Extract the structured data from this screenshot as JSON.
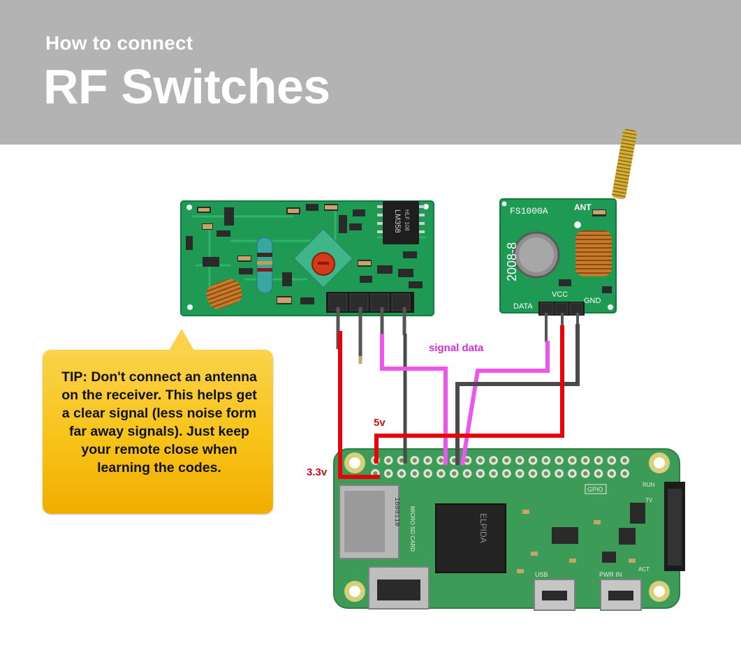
{
  "header": {
    "subtitle": "How to connect",
    "title": "RF Switches"
  },
  "tip": {
    "text": "TIP: Don't connect an antenna on the receiver. This helps get a clear signal (less noise form far away signals). Just keep your remote close when learning the codes."
  },
  "wire_labels": {
    "signal": "signal data",
    "five_volt": "5v",
    "three_volt": "3.3v"
  },
  "transmitter": {
    "model": "FS1000A",
    "side_print": "2008-8",
    "ant_label": "ANT",
    "data_pin": "DATA",
    "vcc_pin": "VCC",
    "gnd_pin": "GND"
  },
  "receiver": {
    "chip_label": "LM358",
    "chip_sub": "HLF 108"
  },
  "pi": {
    "gpio_label": "GPIO",
    "run_label": "RUN",
    "tv_label": "TV",
    "usb_label": "USB",
    "pwr_label": "PWR IN",
    "act_label": "ACT",
    "sd_label": "MICRO SD CARD",
    "cpu_label": "ELPIDA",
    "sd_code": "1609110"
  },
  "colors": {
    "header_bg": "#b3b3b3",
    "wire_5v": "#e8000b",
    "wire_3v3": "#e8000b",
    "wire_signal": "#ee55ee",
    "wire_gnd": "#4a4a4a",
    "label_red": "#c8101a",
    "label_magenta": "#d22fd2",
    "tip_bg": "#f7c318",
    "module_pcb": "#1f9a55",
    "pi_pcb": "#3c9b56"
  }
}
